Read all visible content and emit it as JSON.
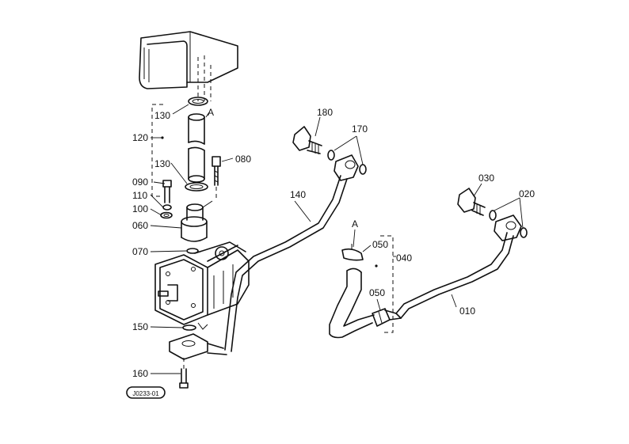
{
  "callouts": [
    {
      "id": "c180",
      "text": "180"
    },
    {
      "id": "c170",
      "text": "170"
    },
    {
      "id": "c130a",
      "text": "130"
    },
    {
      "id": "cA1",
      "text": "A"
    },
    {
      "id": "c120",
      "text": "120"
    },
    {
      "id": "c130b",
      "text": "130"
    },
    {
      "id": "c080",
      "text": "080"
    },
    {
      "id": "c090",
      "text": "090"
    },
    {
      "id": "c110",
      "text": "110"
    },
    {
      "id": "c100",
      "text": "100"
    },
    {
      "id": "c060",
      "text": "060"
    },
    {
      "id": "c140",
      "text": "140"
    },
    {
      "id": "c070",
      "text": "070"
    },
    {
      "id": "c150",
      "text": "150"
    },
    {
      "id": "c160",
      "text": "160"
    },
    {
      "id": "c030",
      "text": "030"
    },
    {
      "id": "c020",
      "text": "020"
    },
    {
      "id": "cA2",
      "text": "A"
    },
    {
      "id": "c050a",
      "text": "050"
    },
    {
      "id": "c040",
      "text": "040"
    },
    {
      "id": "c050b",
      "text": "050"
    },
    {
      "id": "c010",
      "text": "010"
    }
  ],
  "drawing_number": "J0233-01"
}
